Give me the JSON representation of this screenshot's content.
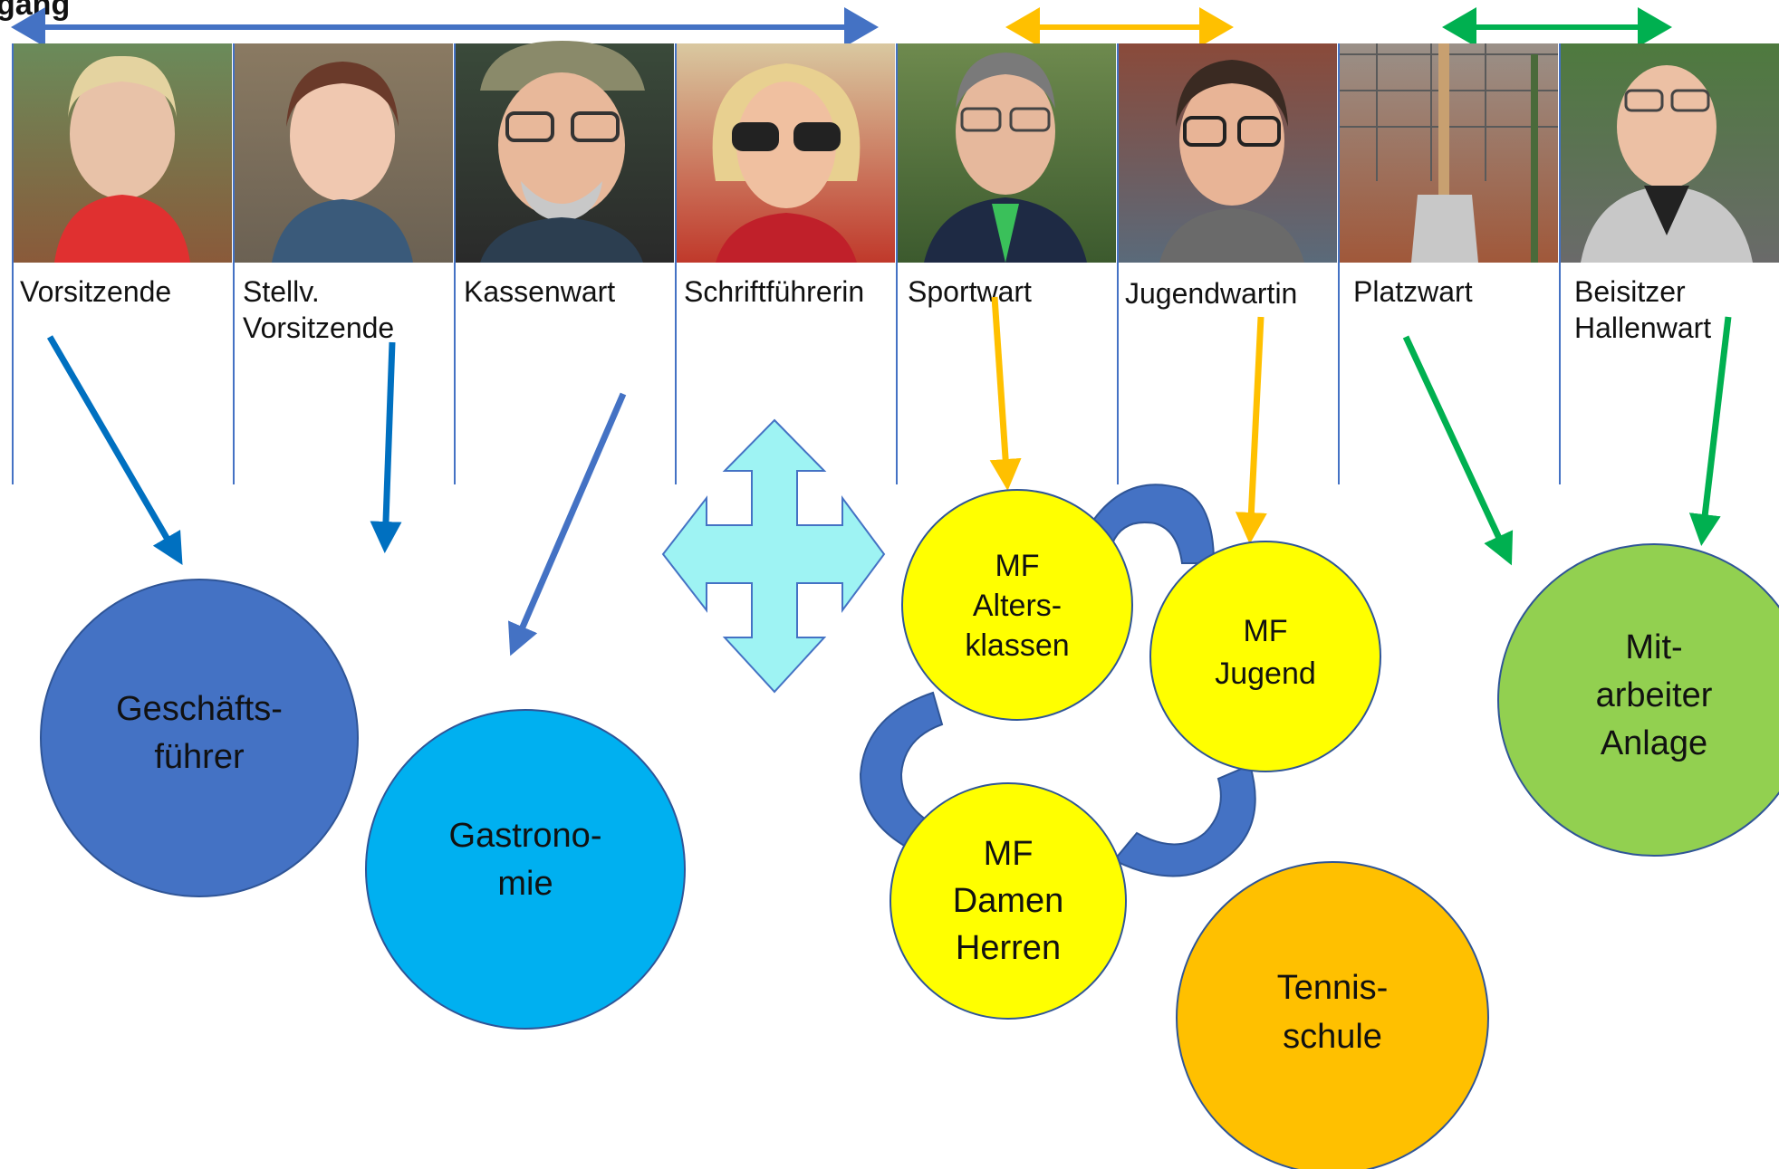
{
  "title_fragment": "gang",
  "roles": [
    {
      "label_lines": [
        "Vorsitzende"
      ],
      "photo": "portrait-vorsitzende"
    },
    {
      "label_lines": [
        "Stellv.",
        "Vorsitzende"
      ],
      "photo": "portrait-stellv-vorsitzende"
    },
    {
      "label_lines": [
        "Kassenwart"
      ],
      "photo": "portrait-kassenwart"
    },
    {
      "label_lines": [
        "Schriftführerin"
      ],
      "photo": "portrait-schriftfuehrerin"
    },
    {
      "label_lines": [
        "Sportwart"
      ],
      "photo": "portrait-sportwart"
    },
    {
      "label_lines": [
        "Jugendwartin"
      ],
      "photo": "portrait-jugendwartin"
    },
    {
      "label_lines": [
        "Platzwart"
      ],
      "photo": "photo-shovel-court"
    },
    {
      "label_lines": [
        "Beisitzer",
        "Hallenwart"
      ],
      "photo": "portrait-beisitzer"
    }
  ],
  "nodes": {
    "geschaeftsfuehrer": {
      "lines": [
        "Geschäfts-",
        "führer"
      ],
      "color": "#4472C4"
    },
    "gastronomie": {
      "lines": [
        "Gastrono-",
        "mie"
      ],
      "color": "#00B0F0"
    },
    "mf_altersklassen": {
      "lines": [
        "MF",
        "Alters-",
        "klassen"
      ],
      "color": "#FFFF00"
    },
    "mf_jugend": {
      "lines": [
        "MF",
        "Jugend"
      ],
      "color": "#FFFF00"
    },
    "mf_damen_herren": {
      "lines": [
        "MF",
        "Damen",
        "Herren"
      ],
      "color": "#FFFF00"
    },
    "tennisschule": {
      "lines": [
        "Tennis-",
        "schule"
      ],
      "color": "#FFC000"
    },
    "mitarbeiter_anlage": {
      "lines": [
        "Mit-",
        "arbeiter",
        "Anlage"
      ],
      "color": "#92D050"
    }
  },
  "colors": {
    "blue_arrow": "#0070C0",
    "blue_top": "#4472C4",
    "orange_arrow": "#FFC000",
    "green_arrow": "#00B050",
    "cycle_arrow": "#4472C4",
    "move_icon": "#9EF3F3",
    "divider": "#4472C4"
  }
}
